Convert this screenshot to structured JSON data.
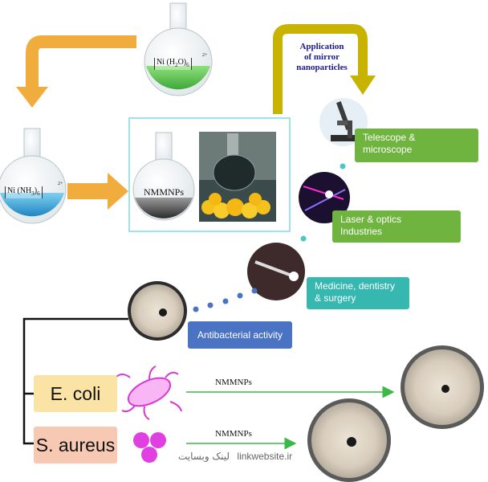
{
  "flasks": {
    "top_formula_main": "Ni (H",
    "top_formula_sub1": "2",
    "top_formula_mid": "O)",
    "top_formula_sub2": "6",
    "top_formula_charge": "2+",
    "left_formula_main": "Ni (NH",
    "left_formula_sub1": "3",
    "left_formula_mid": ")",
    "left_formula_sub2": "6",
    "left_formula_charge": "2+",
    "center_label": "NMMNPs"
  },
  "application": {
    "title_line1": "Application",
    "title_line2": "of mirror",
    "title_line3": "nanoparticles"
  },
  "labels": {
    "telescope": [
      "Telescope &",
      "microscope"
    ],
    "laser": [
      "Laser & optics",
      "Industries"
    ],
    "medicine": [
      "Medicine, dentistry",
      "& surgery"
    ],
    "antibacterial": "Antibacterial activity"
  },
  "bacteria": {
    "ecoli": "E. coli",
    "saureus": "S. aureus",
    "arrow_label_1": "NMMNPs",
    "arrow_label_2": "NMMNPs"
  },
  "watermark": {
    "persian": "لینک وبسایت",
    "latin": "linkwebsite.ir"
  },
  "colors": {
    "orange_arrow": "#f0ad3d",
    "green_liquid": "#5fc64f",
    "blue_liquid": "#3aa8d8",
    "gray_liquid": "#555555",
    "yellow_arrow": "#c8b400",
    "green_label": "#6fb43f",
    "cyan_label": "#36b8b0",
    "blue_label": "#4a73c4",
    "ecoli_box": "#fbe3a6",
    "saureus_box": "#f7c9b2",
    "bacteria_magenta": "#e040e0"
  }
}
